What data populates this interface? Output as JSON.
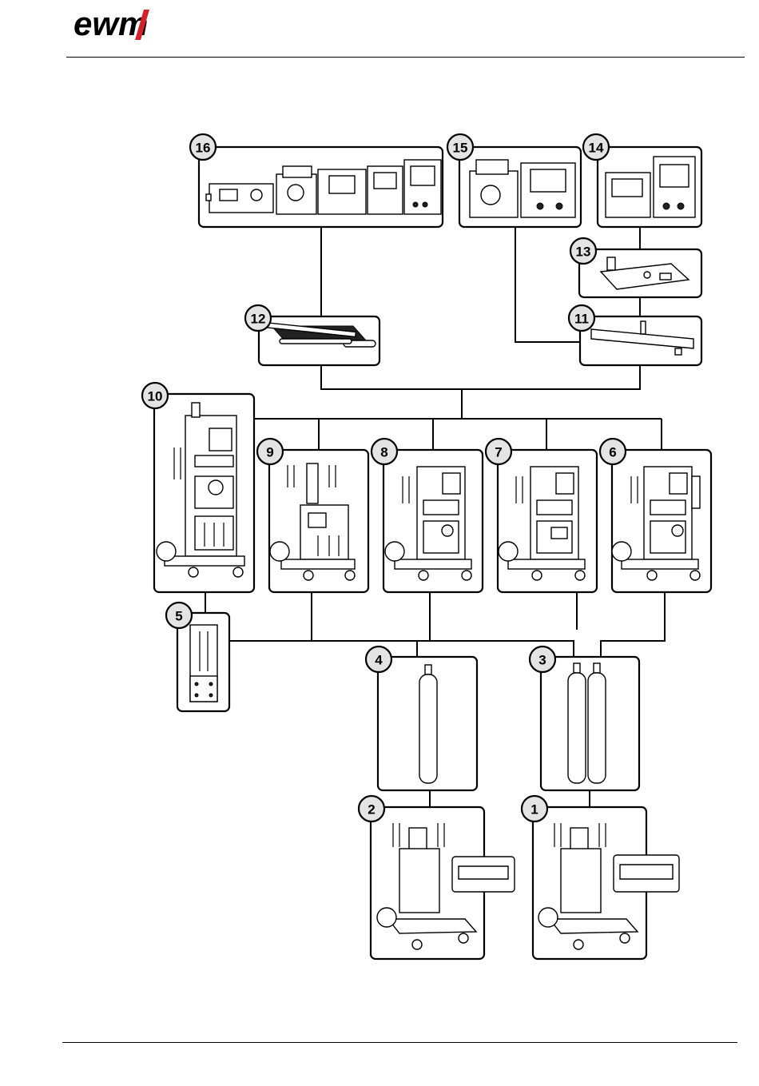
{
  "header": {
    "logo_text": "ewm"
  },
  "items": [
    {
      "num": "1"
    },
    {
      "num": "2"
    },
    {
      "num": "3"
    },
    {
      "num": "4"
    },
    {
      "num": "5"
    },
    {
      "num": "6"
    },
    {
      "num": "7"
    },
    {
      "num": "8"
    },
    {
      "num": "9"
    },
    {
      "num": "10"
    },
    {
      "num": "11"
    },
    {
      "num": "12"
    },
    {
      "num": "13"
    },
    {
      "num": "14"
    },
    {
      "num": "15"
    },
    {
      "num": "16"
    }
  ],
  "colors": {
    "line": "#000000",
    "badge_fill": "#e4e4e4",
    "logo_accent": "#d2232a"
  },
  "icons": [
    "welding-machine-icon",
    "wire-feeder-icon",
    "trolley-icon",
    "gas-cylinder-icon",
    "holder-plate-icon",
    "boom-arm-icon"
  ]
}
